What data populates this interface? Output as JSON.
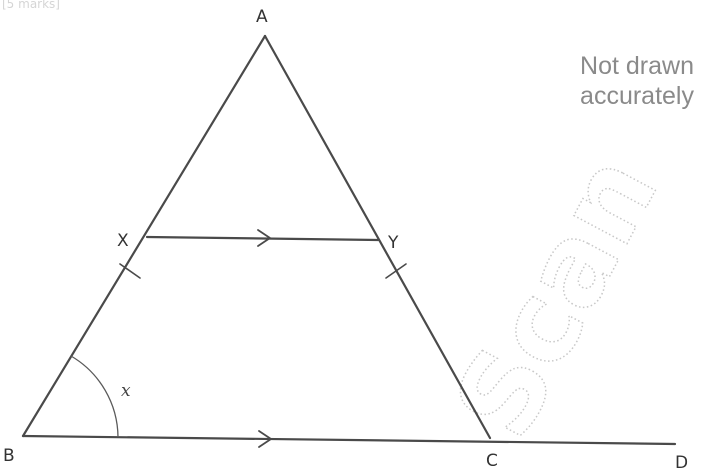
{
  "diagram": {
    "corner_text": "[5 marks]",
    "note": {
      "line1": "Not drawn",
      "line2": "accurately"
    },
    "vertices": {
      "A": "A",
      "B": "B",
      "C": "C",
      "D": "D",
      "X": "X",
      "Y": "Y"
    },
    "angle_label": "x",
    "watermark": "Scan"
  }
}
